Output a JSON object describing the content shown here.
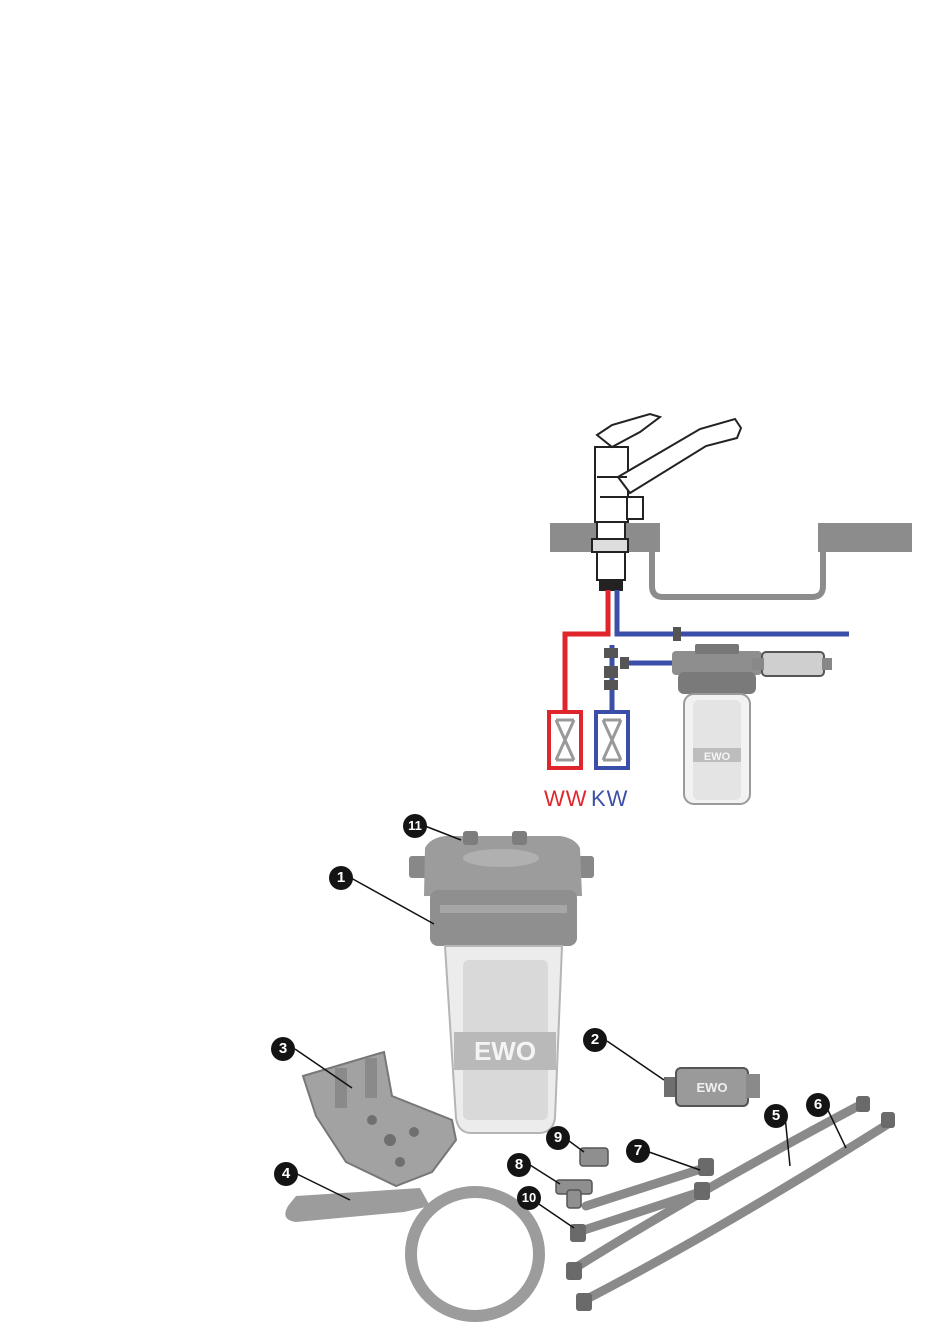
{
  "diagram": {
    "installation": {
      "warm_water_label": "WW",
      "cold_water_label": "KW",
      "colors": {
        "warm": "#e0262b",
        "cold": "#3b4fa8",
        "sink": "#8c8c8c"
      }
    },
    "parts": [
      {
        "number": "1",
        "component": "filter-housing"
      },
      {
        "number": "2",
        "component": "inline-cartridge"
      },
      {
        "number": "3",
        "component": "wall-bracket"
      },
      {
        "number": "4",
        "component": "housing-wrench"
      },
      {
        "number": "5",
        "component": "long-hose-a"
      },
      {
        "number": "6",
        "component": "long-hose-b"
      },
      {
        "number": "7",
        "component": "short-hose"
      },
      {
        "number": "8",
        "component": "t-fitting"
      },
      {
        "number": "9",
        "component": "adapter-nipple"
      },
      {
        "number": "10",
        "component": "short-hose-end"
      },
      {
        "number": "11",
        "component": "vent-screw"
      }
    ]
  }
}
